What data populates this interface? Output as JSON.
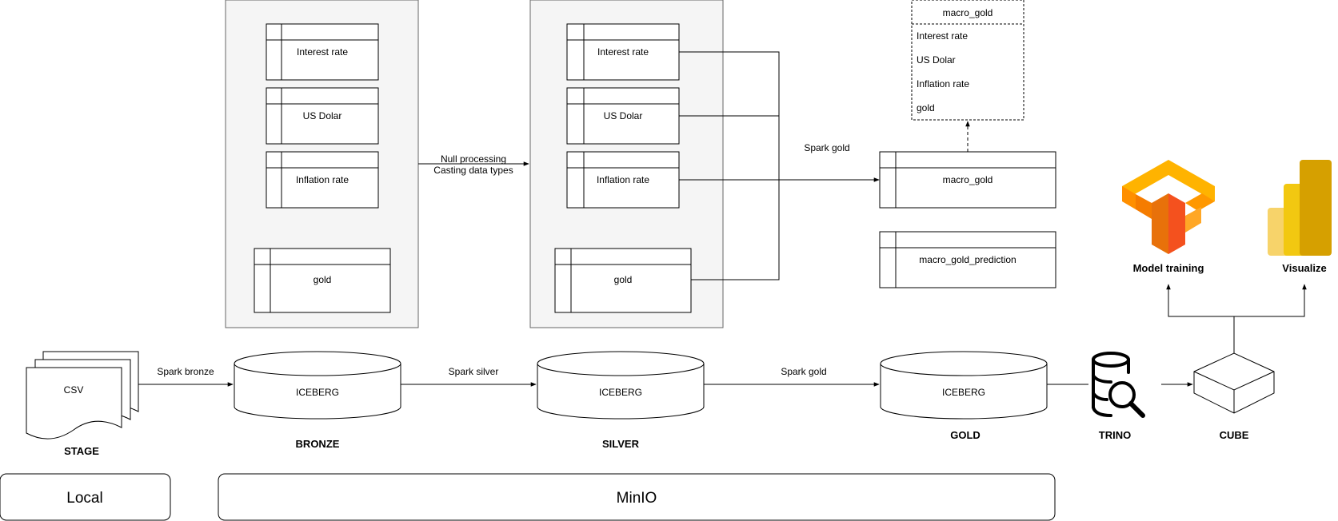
{
  "bronze_panel": {
    "tables": [
      {
        "label": "Interest rate"
      },
      {
        "label": "US Dolar"
      },
      {
        "label": "Inflation rate"
      },
      {
        "label": "gold"
      }
    ]
  },
  "silver_panel": {
    "tables": [
      {
        "label": "Interest rate"
      },
      {
        "label": "US Dolar"
      },
      {
        "label": "Inflation rate"
      },
      {
        "label": "gold"
      }
    ]
  },
  "transform_label": {
    "line1": "Null processing",
    "line2": "Casting data types"
  },
  "gold_tables": {
    "spark_label": "Spark gold",
    "macro_gold": "macro_gold",
    "macro_gold_prediction": "macro_gold_prediction"
  },
  "schema_box": {
    "title": "macro_gold",
    "fields": [
      "Interest rate",
      "US Dolar",
      "Inflation rate",
      "gold"
    ]
  },
  "pipeline": {
    "csv_label": "CSV",
    "stage_label": "STAGE",
    "spark_bronze": "Spark bronze",
    "bronze_db": "ICEBERG",
    "bronze_label": "BRONZE",
    "spark_silver": "Spark silver",
    "silver_db": "ICEBERG",
    "silver_label": "SILVER",
    "spark_gold": "Spark gold",
    "gold_db": "ICEBERG",
    "gold_label": "GOLD",
    "trino_label": "TRINO",
    "cube_label": "CUBE"
  },
  "consumers": {
    "model_training": "Model training",
    "visualize": "Visualize"
  },
  "groups": {
    "local": "Local",
    "minio": "MinIO"
  },
  "colors": {
    "panel_fill": "#f5f5f5",
    "tf_light": "#f9a825",
    "tf_dark": "#e65100",
    "pbi_light": "#f2c811",
    "pbi_dark": "#c79100"
  },
  "icons": [
    "tensorflow-icon",
    "powerbi-icon",
    "trino-icon",
    "cube-icon",
    "document-stack-icon"
  ]
}
